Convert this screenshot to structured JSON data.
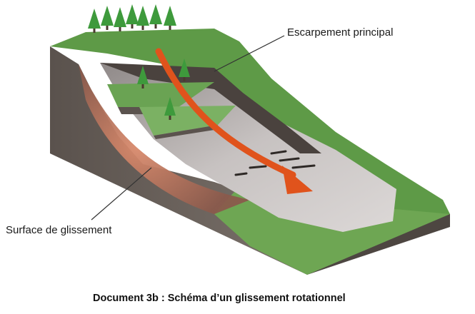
{
  "labels": {
    "escarpement": "Escarpement principal",
    "surface": "Surface de glissement"
  },
  "caption": "Document 3b : Schéma d’un glissement rotationnel",
  "colors": {
    "grass": "#5e9a47",
    "grass_dark": "#3f7a30",
    "rock_side": "#6a625c",
    "rock_dark": "#3e3835",
    "scar_light": "#c9c4c3",
    "slip_surface": "#c9735c",
    "arrow": "#e0531c",
    "tree": "#3e9a3c"
  },
  "icons": [
    "pine-tree-icon",
    "arrow-icon"
  ]
}
